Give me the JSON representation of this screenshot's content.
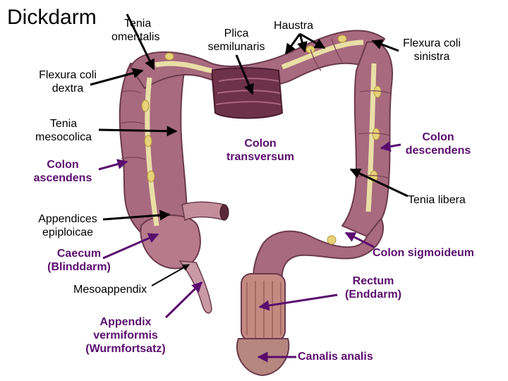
{
  "title": "Dickdarm",
  "labels": {
    "tenia_omentalis": [
      "Tenia",
      "omentalis"
    ],
    "plica_semilunaris": [
      "Plica",
      "semilunaris"
    ],
    "haustra": "Haustra",
    "flexura_coli_sinistra": [
      "Flexura coli",
      "sinistra"
    ],
    "flexura_coli_dextra": [
      "Flexura coli",
      "dextra"
    ],
    "tenia_mesocolica": [
      "Tenia",
      "mesocolica"
    ],
    "colon_transversum": [
      "Colon",
      "transversum"
    ],
    "colon_descendens": [
      "Colon",
      "descendens"
    ],
    "colon_ascendens": [
      "Colon",
      "ascendens"
    ],
    "tenia_libera": "Tenia libera",
    "appendices_epiploicae": [
      "Appendices",
      "epiploicae"
    ],
    "caecum": [
      "Caecum",
      "(Blinddarm)"
    ],
    "colon_sigmoideum": "Colon sigmoideum",
    "mesoappendix": "Mesoappendix",
    "rectum": [
      "Rectum",
      "(Enddarm)"
    ],
    "appendix_vermiformis": [
      "Appendix",
      "vermiformis",
      "(Wurmfortsatz)"
    ],
    "canalis_analis": "Canalis analis"
  },
  "colors": {
    "black_pointer": "#000000",
    "purple_pointer": "#5a0d6e",
    "colon_wall": "#a86a7f",
    "colon_dark": "#7a4258",
    "tenia_band": "#e9dfa6",
    "fat_appendage": "#e8d27a",
    "rectum": "#c48a82",
    "transverse_inside": "#6e3248"
  }
}
